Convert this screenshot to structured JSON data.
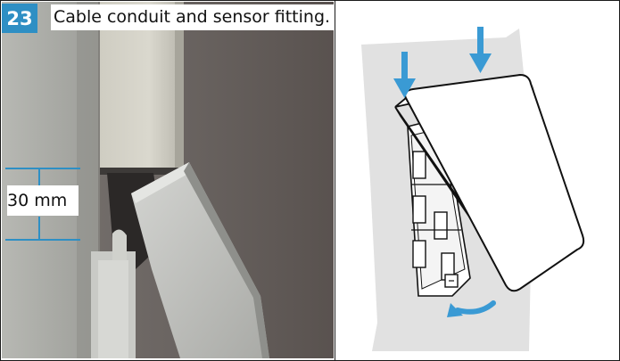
{
  "step": {
    "number": "23",
    "title": "Cable conduit and sensor fitting."
  },
  "measurement": {
    "label": "30 mm"
  },
  "colors": {
    "accent": "#2e8fc4",
    "arrow": "#3a9ad4"
  },
  "icons": {
    "down_arrow_left": "down-arrow-icon",
    "down_arrow_right": "down-arrow-icon",
    "rotate_arrow": "curved-arrow-icon"
  }
}
